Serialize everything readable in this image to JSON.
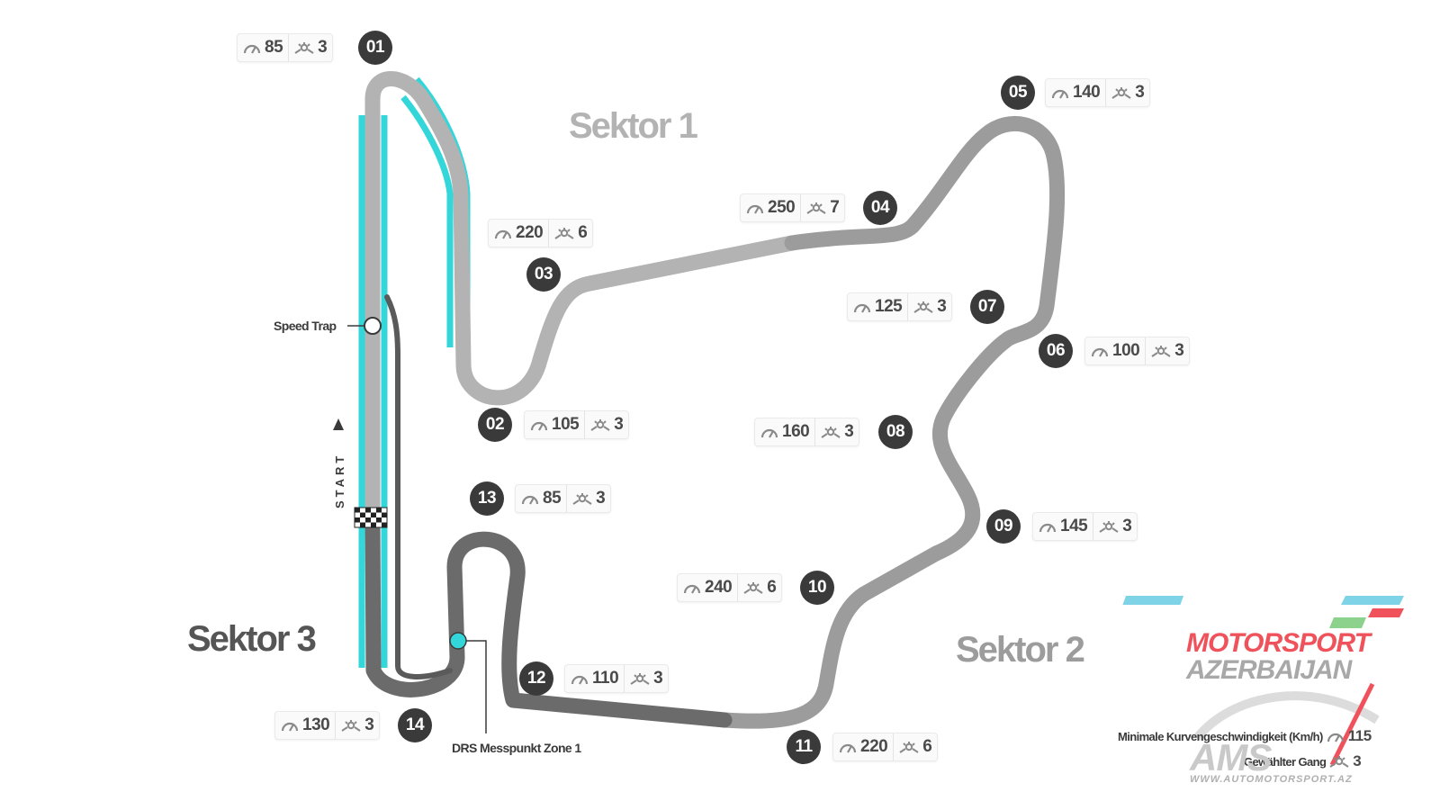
{
  "corners": [
    {
      "number": "01",
      "speed": "85",
      "gear": "3"
    },
    {
      "number": "02",
      "speed": "105",
      "gear": "3"
    },
    {
      "number": "03",
      "speed": "220",
      "gear": "6"
    },
    {
      "number": "04",
      "speed": "250",
      "gear": "7"
    },
    {
      "number": "05",
      "speed": "140",
      "gear": "3"
    },
    {
      "number": "06",
      "speed": "100",
      "gear": "3"
    },
    {
      "number": "07",
      "speed": "125",
      "gear": "3"
    },
    {
      "number": "08",
      "speed": "160",
      "gear": "3"
    },
    {
      "number": "09",
      "speed": "145",
      "gear": "3"
    },
    {
      "number": "10",
      "speed": "240",
      "gear": "6"
    },
    {
      "number": "11",
      "speed": "220",
      "gear": "6"
    },
    {
      "number": "12",
      "speed": "110",
      "gear": "3"
    },
    {
      "number": "13",
      "speed": "85",
      "gear": "3"
    },
    {
      "number": "14",
      "speed": "130",
      "gear": "3"
    }
  ],
  "sectors": {
    "s1": "Sektor 1",
    "s2": "Sektor 2",
    "s3": "Sektor 3"
  },
  "annotations": {
    "speed_trap": "Speed Trap",
    "drs_point": "DRS Messpunkt Zone 1",
    "start": "START"
  },
  "legend": {
    "speed_label": "Minimale Kurvengeschwindigkeit (Km/h)",
    "speed_value": "115",
    "gear_label": "Gewählter Gang",
    "gear_value": "3"
  },
  "logo": {
    "line1": "MOTORSPORT",
    "line2": "AZERBAIJAN",
    "mark": "AMS",
    "url": "WWW.AUTOMOTORSPORT.AZ"
  },
  "colors": {
    "sector1": "#b3b3b3",
    "sector2": "#9c9c9c",
    "sector3": "#6b6b6b",
    "drs": "#33d6d9",
    "badge": "#3a3a3a",
    "logo_red": "#f0525c"
  },
  "icons": {
    "speed": "speedometer-icon",
    "gear": "gearbox-icon"
  }
}
